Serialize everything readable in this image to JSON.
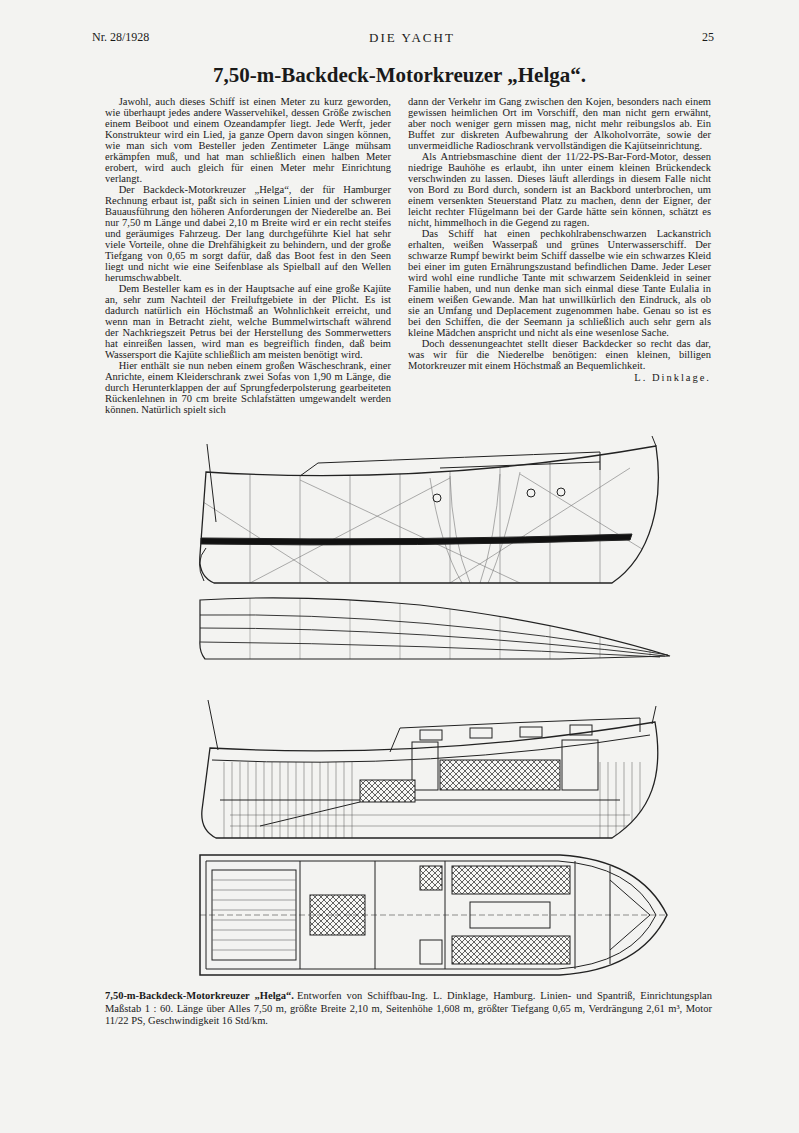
{
  "diagram": {
    "title": "7,50-m-Backdeck-Motorkreuzer „Helga“.",
    "caption": "7,50-m-Backdeck-Motorkreuzer „Helga“.",
    "labels": [
      "Nr. 28/1928",
      "DIE YACHT",
      "25",
      "Jawohl, auch dieses Schiff ist einen Meter zu kurz geworden, wie überhaupt jedes andere Wasservehikel, dessen Größe zwischen einem Beiboot und einem Ozeandampfer liegt. Jede Werft, jeder Konstrukteur wird ein Lied, ja ganze Opern davon singen können, wie man sich vom Besteller jeden Zentimeter Länge mühsam erkämpfen muß, und hat man schließlich einen halben Meter erobert, wird auch gleich für einen Meter mehr Einrichtung verlangt.",
      "Der Backdeck-Motorkreuzer „Helga“, der für Hamburger Rechnung erbaut ist, paßt sich in seinen Linien und der schweren Bauausführung den höheren Anforderungen der Niederelbe an. Bei nur 7,50 m Länge und dabei 2,10 m Breite wird er ein recht steifes und geräumiges Fahrzeug. Der lang durchgeführte Kiel hat sehr viele Vorteile, ohne die Drehfähigkeit zu behindern, und der große Tiefgang von 0,65 m sorgt dafür, daß das Boot fest in den Seen liegt und nicht wie eine Seifenblase als Spielball auf den Wellen herumschwabbelt.",
      "Dem Besteller kam es in der Hauptsache auf eine große Kajüte an, sehr zum Nachteil der Freiluftgebiete in der Plicht. Es ist dadurch natürlich ein Höchstmaß an Wohnlichkeit erreicht, und wenn man in Betracht zieht, welche Bummelwirtschaft während der Nachkriegszeit Petrus bei der Herstellung des Sommerwetters hat einreißen lassen, wird man es begreiflich finden, daß beim Wassersport die Kajüte schließlich am meisten benötigt wird.",
      "Hier enthält sie nun neben einem großen Wäscheschrank, einer Anrichte, einem Kleiderschrank zwei Sofas von 1,90 m Länge, die durch Herunterklappen der auf Sprungfederpolsterung gearbeiteten Rückenlehnen in 70 cm breite Schlafstätten umgewandelt werden können. Natürlich spielt sich",
      "dann der Verkehr im Gang zwischen den Kojen, besonders nach einem gewissen heimlichen Ort im Vorschiff, den man nicht gern erwähnt, aber noch weniger gern missen mag, nicht mehr reibungslos ab. Ein Buffet zur diskreten Aufbewahrung der Alkoholvorräte, sowie der unvermeidliche Radioschrank vervollständigen die Kajütseinrichtung.",
      "Als Antriebsmaschine dient der 11/22-PS-Bar-Ford-Motor, dessen niedrige Bauhöhe es erlaubt, ihn unter einem kleinen Brückendeck verschwinden zu lassen. Dieses läuft allerdings in diesem Falle nicht von Bord zu Bord durch, sondern ist an Backbord unterbrochen, um einem versenkten Steuerstand Platz zu machen, denn der Eigner, der leicht rechter Flügelmann bei der Garde hätte sein können, schätzt es nicht, himmelhoch in die Gegend zu ragen.",
      "Das Schiff hat einen pechkohlrabenschwarzen Lackanstrich erhalten, weißen Wasserpaß und grünes Unterwasserschiff. Der schwarze Rumpf bewirkt beim Schiff dasselbe wie ein schwarzes Kleid bei einer im guten Ernährungszustand befindlichen Dame. Jeder Leser wird wohl eine rundliche Tante mit schwarzem Seidenkleid in seiner Familie haben, und nun denke man sich einmal diese Tante Eulalia in einem weißen Gewande. Man hat unwillkürlich den Eindruck, als ob sie an Umfang und Deplacement zugenommen habe. Genau so ist es bei den Schiffen, die der Seemann ja schließlich auch sehr gern als kleine Mädchen anspricht und nicht als eine wesenlose Sache.",
      "Doch dessenungeachtet stellt dieser Backdecker so recht das dar, was wir für die Niederelbe benötigen: einen kleinen, billigen Motorkreuzer mit einem Höchstmaß an Bequemlichkeit.",
      "L. Dinklage.",
      "Entworfen von Schiffbau-Ing. L. Dinklage, Hamburg. Linien- und Spantriß, Einrichtungsplan Maßstab 1 : 60. Länge über Alles 7,50 m, größte Breite 2,10 m, Seitenhöhe 1,608 m, größter Tiefgang 0,65 m, Verdrängung 2,61 m³, Motor 11/22 PS, Geschwindigkeit 16 Std/km."
    ]
  }
}
